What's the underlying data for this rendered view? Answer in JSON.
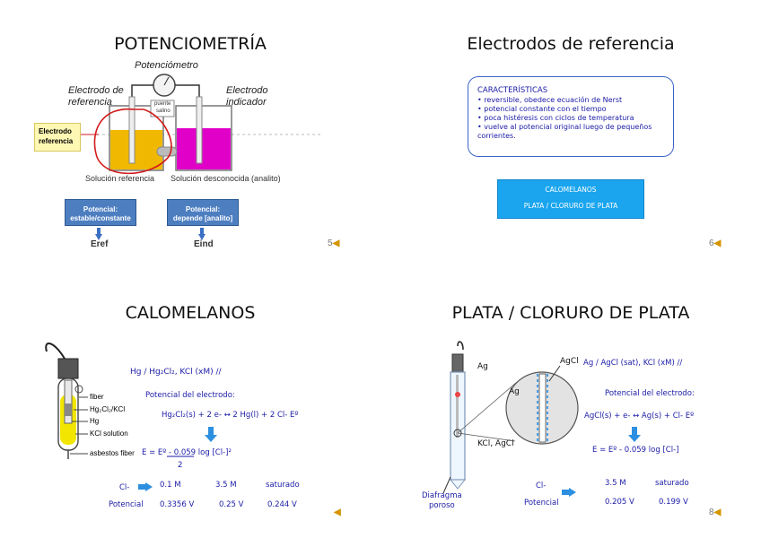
{
  "slides": {
    "s1": {
      "title": "POTENCIOMETRÍA",
      "labels": {
        "potenciometro": "Potenciómetro",
        "electrodo_ref_l1": "Electrodo de",
        "electrodo_ref_l2": "referencia",
        "electrodo_ind_l1": "Electrodo",
        "electrodo_ind_l2": "indicador",
        "puente_l1": "puente",
        "puente_l2": "salino",
        "callout_l1": "Electrodo",
        "callout_l2": "referencia",
        "sol_ref": "Solución referencia",
        "sol_desc": "Solución desconocida (analito)",
        "box1_l1": "Potencial:",
        "box1_l2": "estable/constante",
        "box2_l1": "Potencial:",
        "box2_l2": "depende [analito]",
        "eref": "Eref",
        "eind": "Eind"
      },
      "page_num": "5"
    },
    "s2": {
      "title": "Electrodos de referencia",
      "card_heading": "CARACTERÍSTICAS",
      "bullets": [
        "• reversible, obedece ecuación de Nerst",
        "• potencial constante con el tiempo",
        "• poca histéresis con ciclos de temperatura",
        "• vuelve al potencial original luego de pequeños",
        "corrientes."
      ],
      "btn1": "CALOMELANOS",
      "btn2": "PLATA / CLORURO DE PLATA",
      "page_num": "6"
    },
    "s3": {
      "title": "CALOMELANOS",
      "cell": "Hg / Hg₂Cl₂, KCl (xM) //",
      "pot_label": "Potencial del electrodo:",
      "reaction": "Hg₂Cl₂(s) + 2 e- ↔ 2 Hg(l) + 2 Cl-   Eº",
      "equation_a": "E = Eº - ",
      "equation_frac_top": "0.059",
      "equation_frac_bot": "2",
      "equation_b": " log [Cl-]²",
      "parts": [
        "fiber",
        "Hg₂Cl₂/KCl",
        "Hg",
        "KCl solution",
        "asbestos fiber"
      ],
      "table": {
        "row1_label": "Cl-",
        "row2_label": "Potencial",
        "conc": [
          "0.1 M",
          "3.5 M",
          "saturado"
        ],
        "pot": [
          "0.3356 V",
          "0.25 V",
          "0.244 V"
        ]
      }
    },
    "s4": {
      "title": "PLATA / CLORURO DE PLATA",
      "label_ag": "Ag",
      "label_agcl": "AgCl",
      "label_ag2": "Ag",
      "label_kcl": "KCl, AgCl",
      "label_diafragma_l1": "Diafragma",
      "label_diafragma_l2": "poroso",
      "cell": "Ag / AgCl (sat), KCl (xM) //",
      "pot_label": "Potencial del electrodo:",
      "reaction": "AgCl(s) + e- ↔ Ag(s) +  Cl-    Eº",
      "equation": "E = Eº - 0.059 log [Cl-]",
      "table": {
        "row1_label": "Cl-",
        "row2_label": "Potencial",
        "conc": [
          "3.5 M",
          "saturado"
        ],
        "pot": [
          "0.205 V",
          "0.199 V"
        ]
      },
      "page_num": "8"
    }
  }
}
